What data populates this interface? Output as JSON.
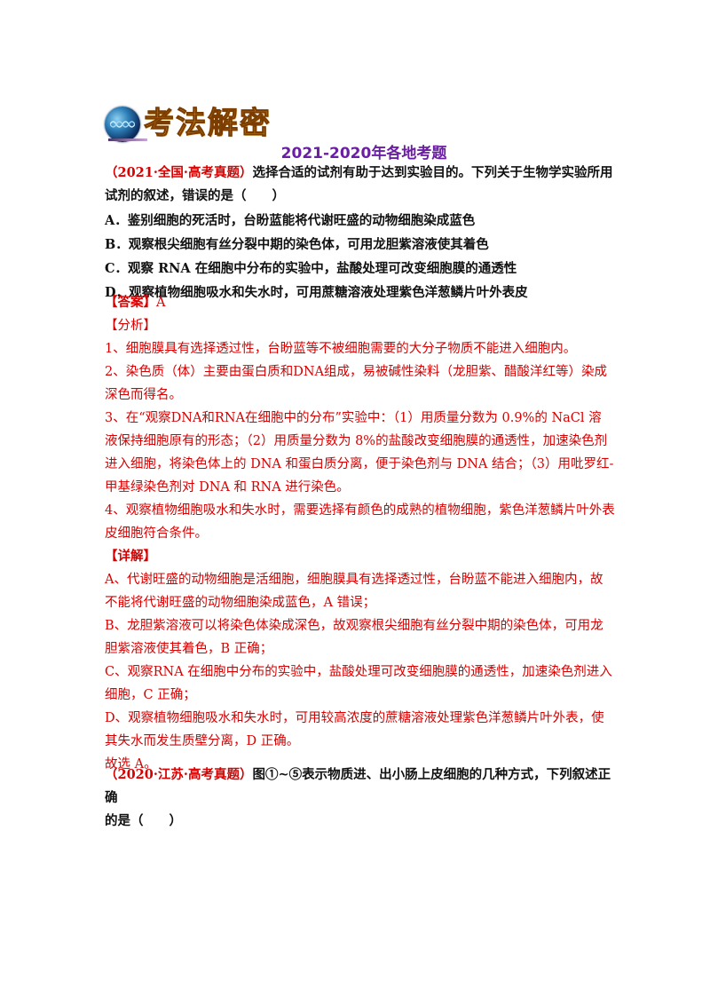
{
  "banner": {
    "text": "考法解密",
    "icon": "dna-globe-icon"
  },
  "title": "2021-2020年各地考题",
  "q1": {
    "source": "（2021·全国·高考真题）",
    "stem_l1": "选择合适的试剂有助于达到实验目的。下列关于生物学实验所用",
    "stem_l2": "试剂的叙述，错误的是（　　）",
    "options": [
      "A．鉴别细胞的死活时，台盼蓝能将代谢旺盛的动物细胞染成蓝色",
      "B．观察根尖细胞有丝分裂中期的染色体，可用龙胆紫溶液使其着色",
      "C．观察 RNA 在细胞中分布的实验中，盐酸处理可改变细胞膜的通透性",
      "D．观察植物细胞吸水和失水时，可用蔗糖溶液处理紫色洋葱鳞片叶外表皮"
    ],
    "answer_label": "【答案】",
    "answer_value": "A",
    "analysis_label": "【分析】",
    "analysis": [
      "1、细胞膜具有选择透过性，台盼蓝等不被细胞需要的大分子物质不能进入细胞内。",
      "2、染色质（体）主要由蛋白质和DNA组成，易被碱性染料（龙胆紫、醋酸洋红等）染成",
      "深色而得名。",
      "3、在“观察DNA和RNA在细胞中的分布”实验中：（1）用质量分数为 0.9%的 NaCl 溶",
      "液保持细胞原有的形态；（2）用质量分数为 8%的盐酸改变细胞膜的通透性，加速染色剂",
      "进入细胞，将染色体上的 DNA 和蛋白质分离，便于染色剂与 DNA 结合；（3）用吡罗红-",
      "甲基绿染色剂对 DNA 和 RNA 进行染色。",
      "4、观察植物细胞吸水和失水时，需要选择有颜色的成熟的植物细胞，紫色洋葱鳞片叶外表",
      "皮细胞符合条件。"
    ],
    "detail_label": "【详解】",
    "detail": [
      "A、代谢旺盛的动物细胞是活细胞，细胞膜具有选择透过性，台盼蓝不能进入细胞内，故",
      "不能将代谢旺盛的动物细胞染成蓝色，A 错误；",
      "B、龙胆紫溶液可以将染色体染成深色，故观察根尖细胞有丝分裂中期的染色体，可用龙",
      "胆紫溶液使其着色，B 正确；",
      "C、观察RNA 在细胞中分布的实验中，盐酸处理可改变细胞膜的通透性，加速染色剂进入",
      "细胞，C 正确；",
      "D、观察植物细胞吸水和失水时，可用较高浓度的蔗糖溶液处理紫色洋葱鳞片叶外表，使",
      "其失水而发生质壁分离，D 正确。"
    ],
    "conclusion": "故选 A。"
  },
  "q2": {
    "source": "（2020·江苏·高考真题）",
    "stem_l1": "图①~⑤表示物质进、出小肠上皮细胞的几种方式，下列叙述正确",
    "stem_l2": "的是（　　）"
  }
}
